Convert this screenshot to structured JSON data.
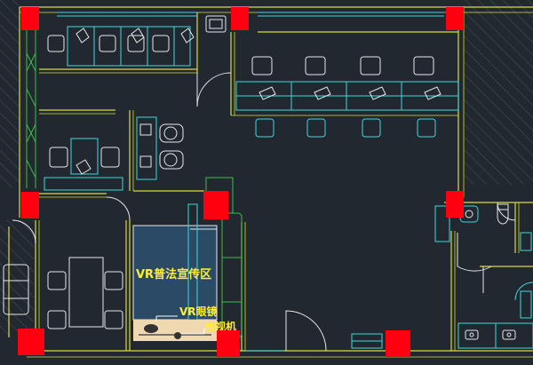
{
  "labels": {
    "vr_zone": "VR普法宣传区",
    "vr_glasses": "VR眼镜",
    "tv": "电视机"
  },
  "colors": {
    "background": "#212830",
    "wall": "#d9dc3c",
    "furniture": "#3fd8dc",
    "column": "#ff0010",
    "vr_floor": "#2a4a66",
    "vr_desk": "#f0d9b0",
    "label": "#ffee33"
  }
}
